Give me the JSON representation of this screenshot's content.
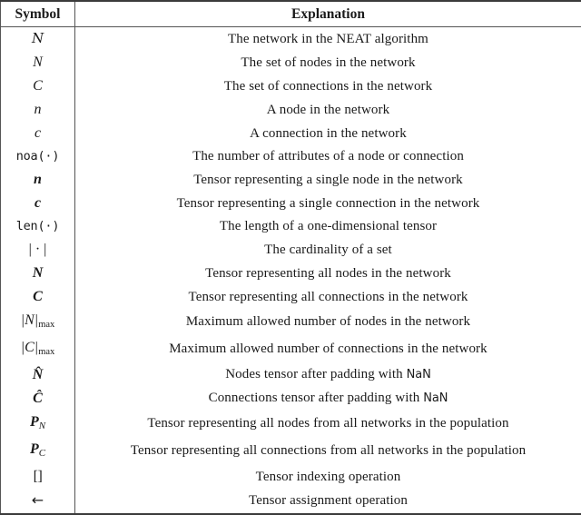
{
  "table": {
    "headers": {
      "symbol": "Symbol",
      "explanation": "Explanation"
    },
    "rows": [
      {
        "symbol": "Ν",
        "symbol_style": "script",
        "explanation": "The network in the NEAT algorithm"
      },
      {
        "symbol": "N",
        "symbol_style": "italic",
        "explanation": "The set of nodes in the network"
      },
      {
        "symbol": "C",
        "symbol_style": "italic",
        "explanation": "The set of connections in the network"
      },
      {
        "symbol": "n",
        "symbol_style": "italic",
        "explanation": "A node in the network"
      },
      {
        "symbol": "c",
        "symbol_style": "italic",
        "explanation": "A connection in the network"
      },
      {
        "symbol": "noa(·)",
        "symbol_style": "mono",
        "explanation": "The number of attributes of a node or connection"
      },
      {
        "symbol": "n",
        "symbol_style": "bolditalic",
        "explanation": "Tensor representing a single node in the network"
      },
      {
        "symbol": "c",
        "symbol_style": "bolditalic",
        "explanation": "Tensor representing a single connection in the network"
      },
      {
        "symbol": "len(·)",
        "symbol_style": "mono",
        "explanation": "The length of a one-dimensional tensor"
      },
      {
        "symbol": "| · |",
        "symbol_style": "upright",
        "explanation": "The cardinality of a set"
      },
      {
        "symbol": "N",
        "symbol_style": "bolditalic",
        "explanation": "Tensor representing all nodes in the network"
      },
      {
        "symbol": "C",
        "symbol_style": "bolditalic",
        "explanation": "Tensor representing all connections in the network"
      },
      {
        "symbol": "|N|",
        "symbol_style": "abs-sub",
        "subscript": "max",
        "explanation": "Maximum allowed number of nodes in the network"
      },
      {
        "symbol": "|C|",
        "symbol_style": "abs-sub",
        "subscript": "max",
        "explanation": "Maximum allowed number of connections in the network"
      },
      {
        "symbol": "N̂",
        "symbol_style": "bolditalic",
        "explanation": "Nodes tensor after padding with NaN",
        "code_term": "NaN"
      },
      {
        "symbol": "Ĉ",
        "symbol_style": "bolditalic",
        "explanation": "Connections tensor after padding with NaN",
        "code_term": "NaN"
      },
      {
        "symbol": "P",
        "symbol_style": "bold-sub",
        "subscript": "N",
        "explanation": "Tensor representing all nodes from all networks in the population"
      },
      {
        "symbol": "P",
        "symbol_style": "bold-sub",
        "subscript": "C",
        "explanation": "Tensor representing all connections from all networks in the population"
      },
      {
        "symbol": "[]",
        "symbol_style": "bracket",
        "explanation": "Tensor indexing operation"
      },
      {
        "symbol": "←",
        "symbol_style": "arrow",
        "explanation": "Tensor assignment operation"
      }
    ]
  },
  "colors": {
    "rule": "#3b3b3b",
    "thin_rule": "#555555",
    "text": "#1a1a1a",
    "background": "#ffffff"
  }
}
